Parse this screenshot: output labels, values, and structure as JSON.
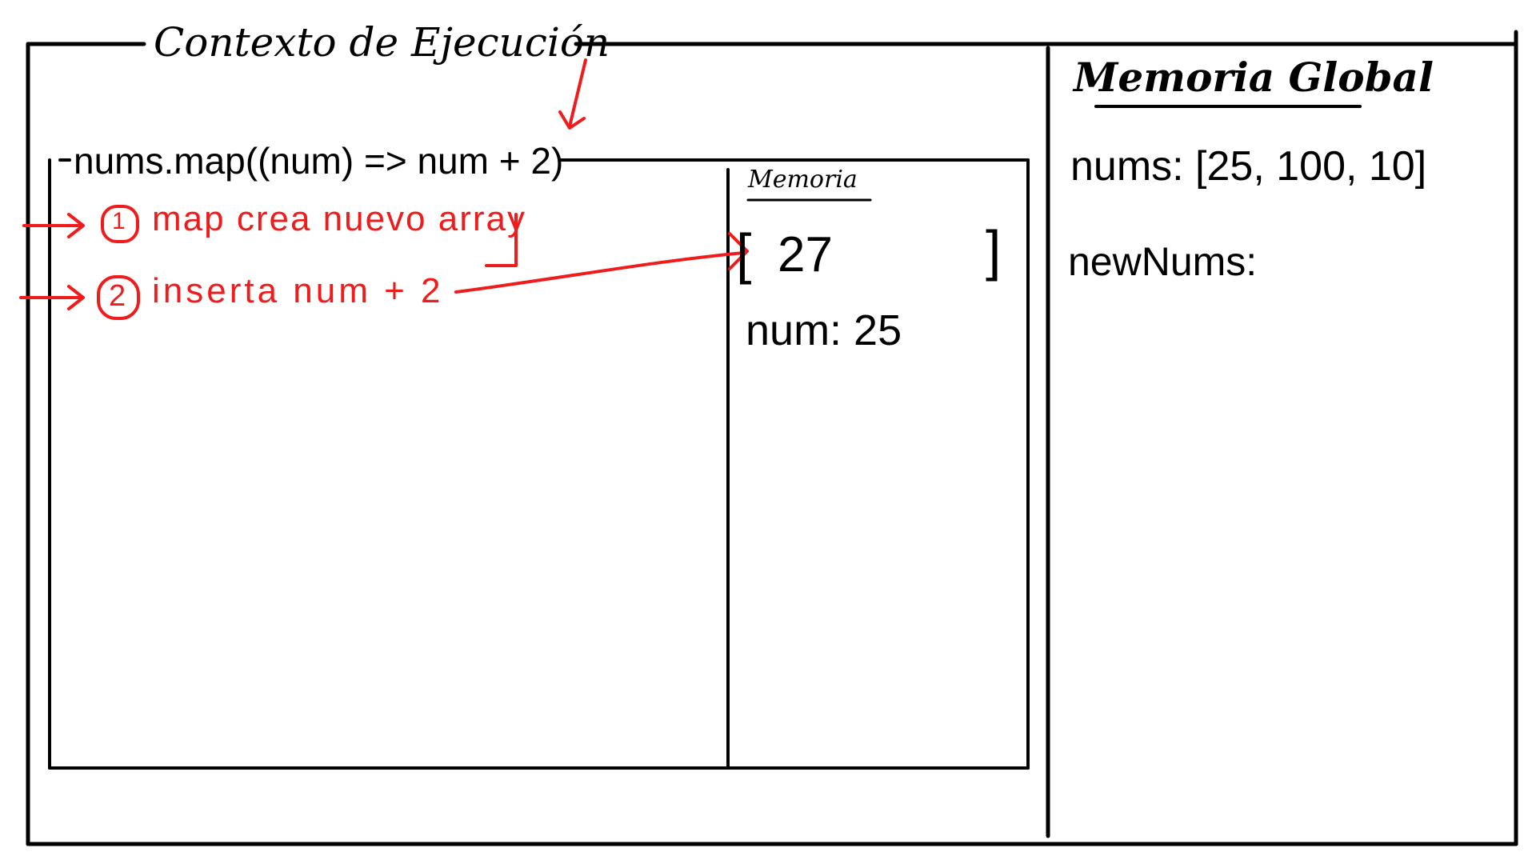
{
  "colors": {
    "ink": "#000000",
    "annotation": "#ee1c1c",
    "background": "#ffffff"
  },
  "execution_context": {
    "title": "Contexto de Ejecución",
    "call": "nums.map((num) => num + 2)",
    "steps": [
      {
        "number": "1",
        "text": "map crea nuevo array"
      },
      {
        "number": "2",
        "text": "inserta num + 2"
      }
    ],
    "local_memory": {
      "title": "Memoria",
      "array_open": "[",
      "array_value": "27",
      "array_close": "]",
      "variable": "num: 25"
    }
  },
  "global_memory": {
    "title": "Memoria Global",
    "nums": "nums: [25, 100, 10]",
    "newNums": "newNums:"
  }
}
